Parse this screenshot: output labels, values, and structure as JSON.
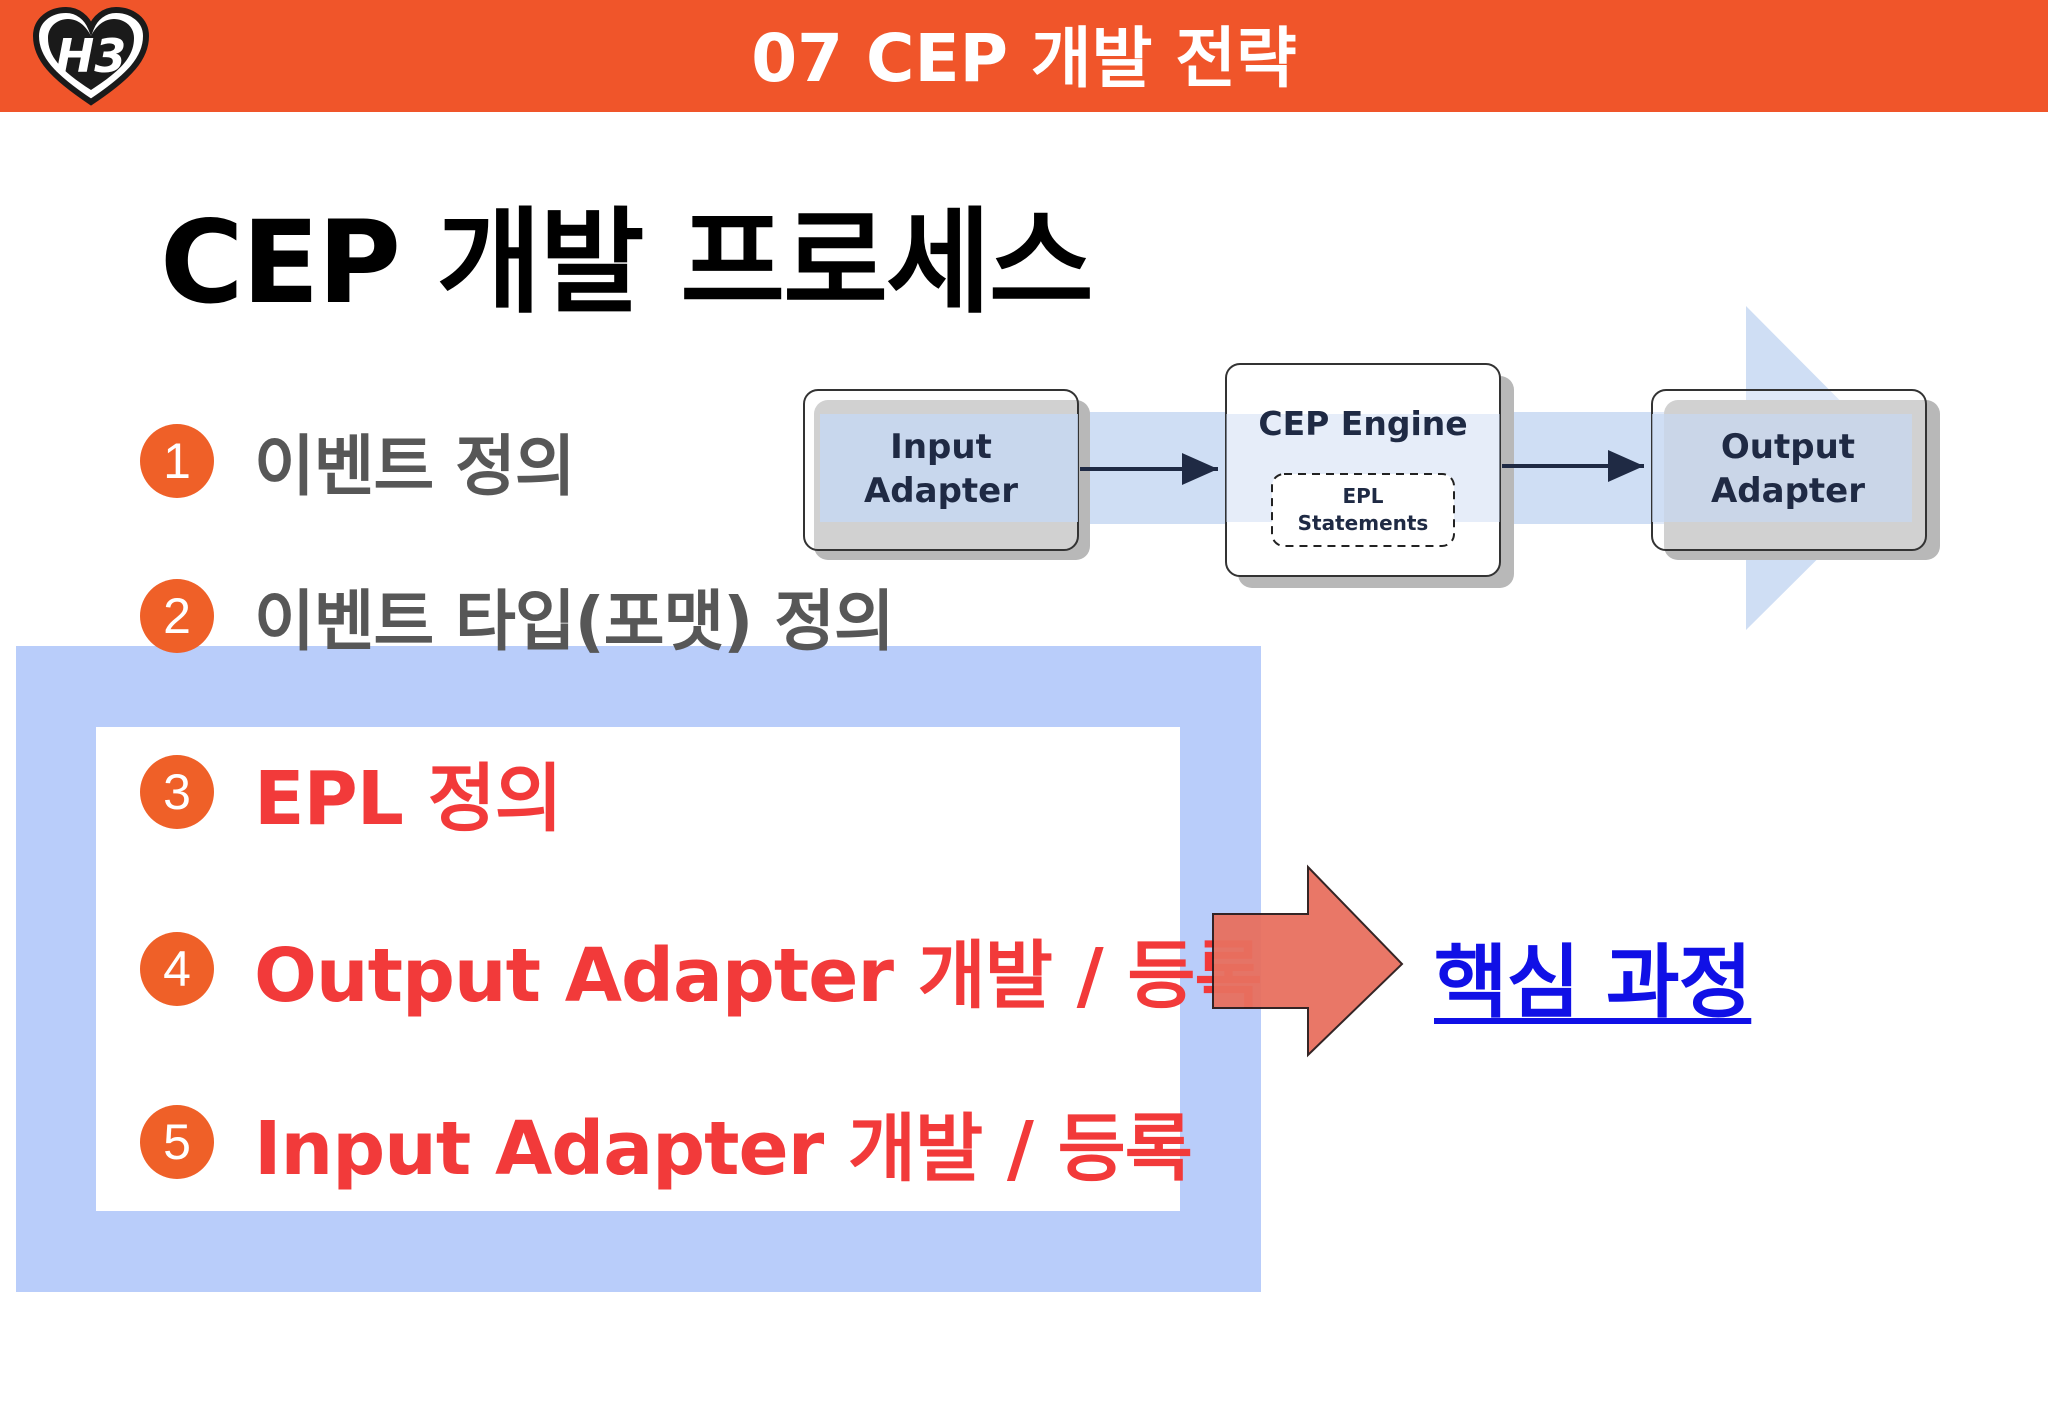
{
  "header": {
    "title": "07 CEP 개발 전략",
    "logo_text": "H3",
    "bar_color": "#f0552a"
  },
  "page": {
    "title": "CEP 개발 프로세스"
  },
  "steps": [
    {
      "num": "1",
      "label": "이벤트 정의"
    },
    {
      "num": "2",
      "label": "이벤트 타입(포맷) 정의"
    },
    {
      "num": "3",
      "label": "EPL 정의"
    },
    {
      "num": "4",
      "label": "Output Adapter 개발 / 등록"
    },
    {
      "num": "5",
      "label": "Input Adapter 개발 / 등록"
    }
  ],
  "diagram": {
    "input_box": [
      "Input",
      "Adapter"
    ],
    "engine_box": {
      "title": "CEP Engine",
      "inner": [
        "EPL",
        "Statements"
      ]
    },
    "output_box": [
      "Output",
      "Adapter"
    ]
  },
  "callout": {
    "label": "핵심 과정"
  },
  "colors": {
    "accent": "#ef6028",
    "highlight_frame": "#b9cdfa",
    "emphasis_text": "#f23a3a",
    "link": "#1010e6",
    "arrow": "#e8705f"
  }
}
